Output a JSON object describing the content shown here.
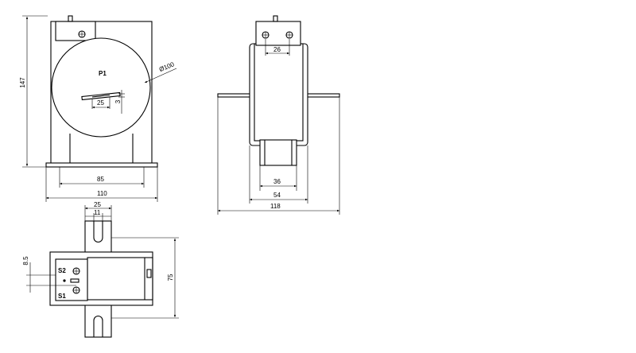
{
  "front_view": {
    "height_dim": "147",
    "diameter_dim": "Ø100",
    "terminal_label": "P1",
    "slot_width_dim": "25",
    "slot_height_dim": "3",
    "base_hole_dim": "85",
    "base_width_dim": "110"
  },
  "side_view": {
    "terminal_spacing_dim": "26",
    "window_width_dim": "36",
    "body_width_dim": "54",
    "overall_width_dim": "118"
  },
  "top_view": {
    "bus_width_dim": "25",
    "bus_slot_dim": "11",
    "terminal_offset_dim": "8.5",
    "depth_dim": "75",
    "terminal_s2": "S2",
    "terminal_s1": "S1"
  }
}
